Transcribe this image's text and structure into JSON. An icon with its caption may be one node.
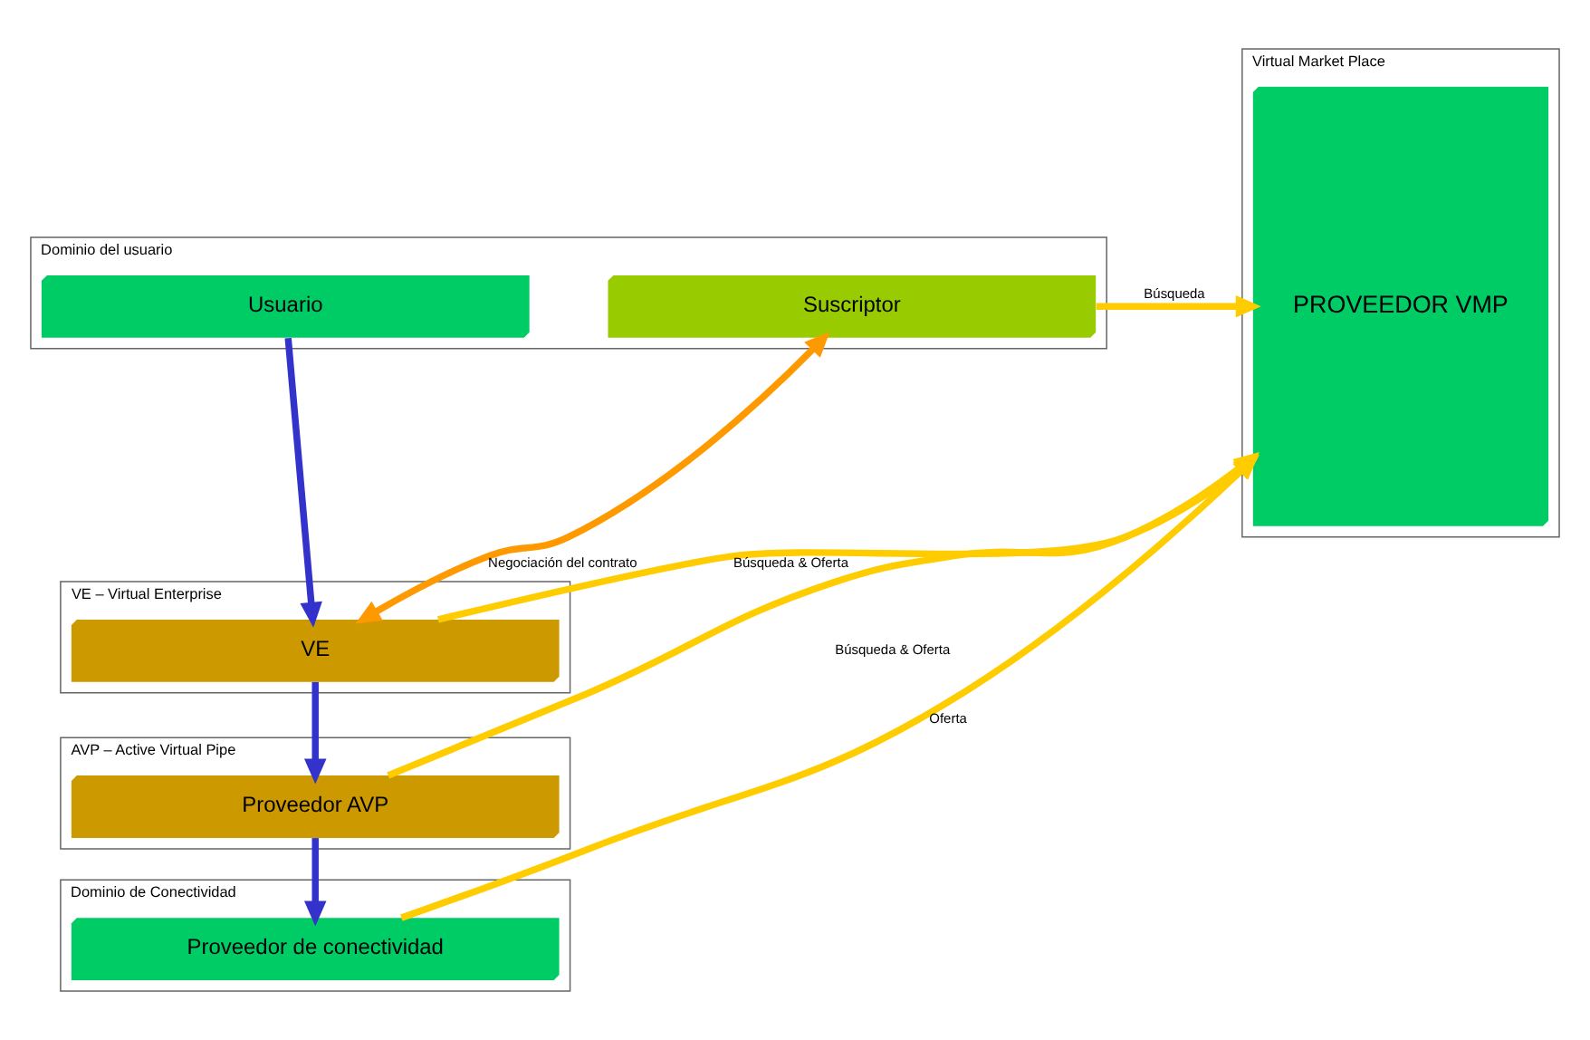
{
  "diagram": {
    "nodes": [
      {
        "text": [
          "Dominio del usuario"
        ]
      },
      {
        "text": [
          "Usuario"
        ],
        "in": 0
      },
      {
        "text": [
          "Suscriptor"
        ],
        "in": 0
      },
      {
        "text": [
          "VE – Virtual Enterprise"
        ]
      },
      {
        "text": [
          "VE"
        ],
        "in": 3
      },
      {
        "text": [
          "AVP – Active Virtual Pipe"
        ]
      },
      {
        "text": [
          "Proveedor AVP"
        ],
        "in": 5
      },
      {
        "text": [
          "Dominio de Conectividad"
        ]
      },
      {
        "text": [
          "Proveedor de conectividad"
        ],
        "in": 7
      },
      {
        "text": [
          "Virtual Market Place"
        ]
      },
      {
        "text": [
          "PROVEEDOR VMP"
        ],
        "in": 9
      }
    ],
    "edges": [
      {
        "from": 1,
        "to": 4,
        "arrow": "to",
        "color": "#3333cc"
      },
      {
        "from": 2,
        "to": 4,
        "arrow": "both",
        "label": "Negociación del contrato",
        "color": "#ff9900"
      },
      {
        "from": 4,
        "to": 6,
        "arrow": "to",
        "color": "#3333cc"
      },
      {
        "from": 6,
        "to": 8,
        "arrow": "to",
        "color": "#3333cc"
      },
      {
        "from": 2,
        "to": 10,
        "arrow": "to",
        "label": "Búsqueda"
      },
      {
        "from": 4,
        "to": 10,
        "arrow": "to",
        "label": "Búsqueda & Oferta"
      },
      {
        "from": 6,
        "to": 10,
        "arrow": "to",
        "label": "Búsqueda & Oferta"
      },
      {
        "from": 8,
        "to": 10,
        "arrow": "to",
        "label": "Oferta"
      }
    ]
  }
}
